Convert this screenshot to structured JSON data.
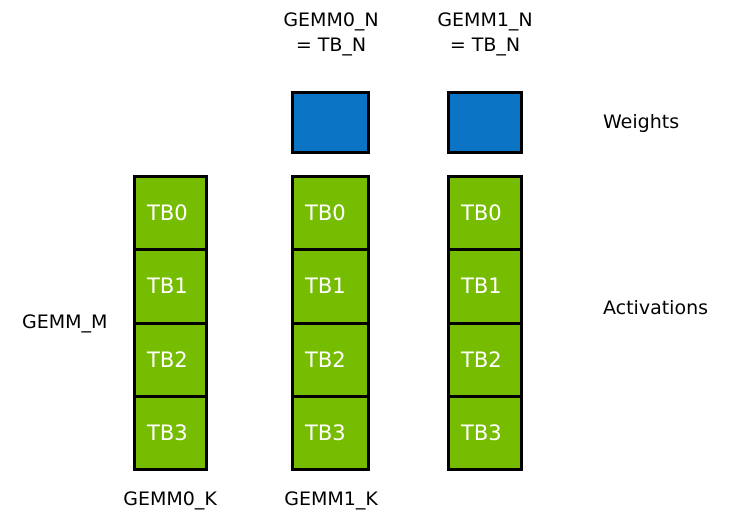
{
  "diagram": {
    "title_top_labels": [
      {
        "name": "gemm0-n",
        "line1": "GEMM0_N",
        "line2": "= TB_N"
      },
      {
        "name": "gemm1-n",
        "line1": "GEMM1_N",
        "line2": "= TB_N"
      }
    ],
    "row_legends": [
      {
        "name": "weights",
        "label": "Weights"
      },
      {
        "name": "activations",
        "label": "Activations"
      }
    ],
    "left_label": "GEMM_M",
    "bottom_labels": [
      {
        "name": "gemm0-k",
        "label": "GEMM0_K"
      },
      {
        "name": "gemm1-k",
        "label": "GEMM1_K"
      }
    ],
    "weight_blocks": [
      {
        "name": "weight-block-gemm0",
        "label": ""
      },
      {
        "name": "weight-block-gemm1",
        "label": ""
      }
    ],
    "activation_columns": [
      {
        "name": "activation-column-left",
        "cells": [
          "TB0",
          "TB1",
          "TB2",
          "TB3"
        ]
      },
      {
        "name": "activation-column-middle",
        "cells": [
          "TB0",
          "TB1",
          "TB2",
          "TB3"
        ]
      },
      {
        "name": "activation-column-right",
        "cells": [
          "TB0",
          "TB1",
          "TB2",
          "TB3"
        ]
      }
    ],
    "colors": {
      "weights_fill": "#0b74c4",
      "activations_fill": "#76bc00",
      "border": "#000000",
      "cell_text": "#ffffff",
      "background": "#ffffff",
      "label_text": "#000000"
    }
  }
}
